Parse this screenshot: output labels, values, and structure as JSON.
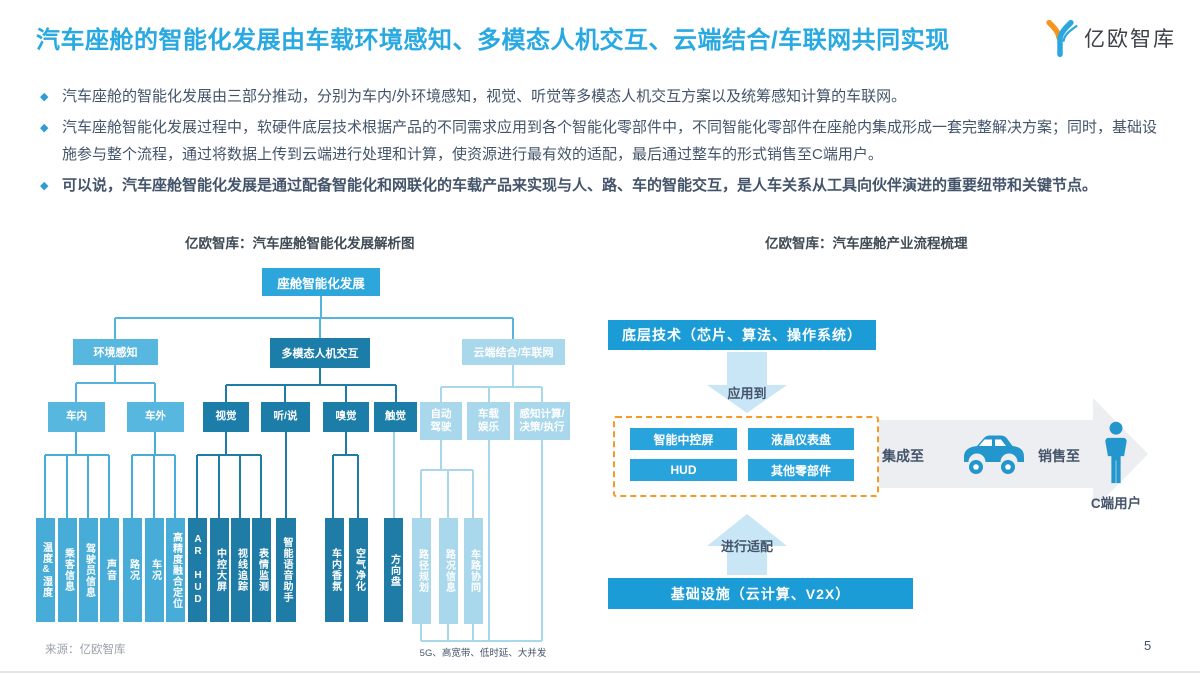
{
  "page": {
    "title": "汽车座舱的智能化发展由车载环境感知、多模态人机交互、云端结合/车联网共同实现",
    "bullet_marker": "◆",
    "source": "来源：亿欧智库",
    "page_number": "5"
  },
  "logo": {
    "text": "亿欧智库"
  },
  "bullets": [
    {
      "text": "汽车座舱的智能化发展由三部分推动，分别为车内/外环境感知，视觉、听觉等多模态人机交互方案以及统筹感知计算的车联网。"
    },
    {
      "text": "汽车座舱智能化发展过程中，软硬件底层技术根据产品的不同需求应用到各个智能化零部件中，不同智能化零部件在座舱内集成形成一套完整解决方案；同时，基础设施参与整个流程，通过将数据上传到云端进行处理和计算，使资源进行最有效的适配，最后通过整车的形式销售至C端用户。"
    },
    {
      "text": "可以说，汽车座舱智能化发展是通过配备智能化和网联化的车载产品来实现与人、路、车的智能交互，是人车关系从工具向伙伴演进的重要纽带和关键节点。"
    }
  ],
  "left_diagram": {
    "title": "亿欧智库：汽车座舱智能化发展解析图",
    "root": "座舱智能化发展",
    "level2": [
      {
        "label": "环境感知"
      },
      {
        "label": "多模态人机交互"
      },
      {
        "label": "云端结合/车联网"
      }
    ],
    "level3": [
      {
        "label": "车内"
      },
      {
        "label": "车外"
      },
      {
        "label": "视觉"
      },
      {
        "label": "听/说"
      },
      {
        "label": "嗅觉"
      },
      {
        "label": "触觉"
      },
      {
        "label": "自动\n驾驶"
      },
      {
        "label": "车载\n娱乐"
      },
      {
        "label": "感知计算/\n决策/执行"
      }
    ],
    "leaves": [
      {
        "label": "温度&湿度"
      },
      {
        "label": "乘客信息"
      },
      {
        "label": "驾驶员信息"
      },
      {
        "label": "声音"
      },
      {
        "label": "路况"
      },
      {
        "label": "车况"
      },
      {
        "label": "高精度融合定位"
      },
      {
        "label": "AR HUD"
      },
      {
        "label": "中控大屏"
      },
      {
        "label": "视线追踪"
      },
      {
        "label": "表情监测"
      },
      {
        "label": "智能语音助手"
      },
      {
        "label": "车内香氛"
      },
      {
        "label": "空气净化"
      },
      {
        "label": "方向盘"
      },
      {
        "label": "路径规划"
      },
      {
        "label": "路况信息"
      },
      {
        "label": "车路协同"
      }
    ],
    "note": "5G、高宽带、低时延、大并发"
  },
  "right_diagram": {
    "title": "亿欧智库：汽车座舱产业流程梳理",
    "top_box": "底层技术（芯片、算法、操作系统）",
    "apply_label": "应用到",
    "components": [
      {
        "label": "智能中控屏"
      },
      {
        "label": "液晶仪表盘"
      },
      {
        "label": "HUD"
      },
      {
        "label": "其他零部件"
      }
    ],
    "integrate_label": "集成至",
    "sell_label": "销售至",
    "user_label": "C端用户",
    "adapt_label": "进行适配",
    "bottom_box": "基础设施（云计算、V2X）"
  },
  "colors": {
    "title_blue": "#29a9e1",
    "body_text": "#44546a",
    "root_blue": "#2ca6db",
    "light_blue": "#58b7df",
    "mid_blue": "#47acd7",
    "dark_teal": "#1d7da9",
    "pale_blue": "#a9d7ec",
    "flow_blue": "#1c9cd7",
    "component_blue": "#29a3dc",
    "orange_dash": "#f59a23",
    "gray_arrow": "#eceef1",
    "icon_blue": "#2496ce",
    "logo_orange": "#f7941e"
  }
}
